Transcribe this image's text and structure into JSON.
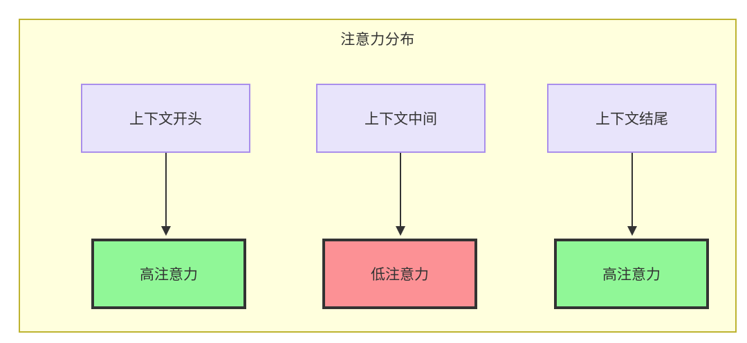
{
  "diagram": {
    "title": "注意力分布",
    "container_bg": "#ffffdd",
    "container_border": "#bdb330",
    "context_nodes": [
      {
        "label": "上下文开头",
        "fill": "#e8e4fb",
        "stroke": "#a98eeb"
      },
      {
        "label": "上下文中间",
        "fill": "#e8e4fb",
        "stroke": "#a98eeb"
      },
      {
        "label": "上下文结尾",
        "fill": "#e8e4fb",
        "stroke": "#a98eeb"
      }
    ],
    "result_nodes": [
      {
        "label": "高注意力",
        "fill": "#90f797",
        "stroke": "#333333",
        "level": "high"
      },
      {
        "label": "低注意力",
        "fill": "#fc9195",
        "stroke": "#333333",
        "level": "low"
      },
      {
        "label": "高注意力",
        "fill": "#90f797",
        "stroke": "#333333",
        "level": "high"
      }
    ],
    "edges": [
      {
        "from": "上下文开头",
        "to": "高注意力",
        "arrow": "arrow-down-icon"
      },
      {
        "from": "上下文中间",
        "to": "低注意力",
        "arrow": "arrow-down-icon"
      },
      {
        "from": "上下文结尾",
        "to": "高注意力",
        "arrow": "arrow-down-icon"
      }
    ]
  }
}
